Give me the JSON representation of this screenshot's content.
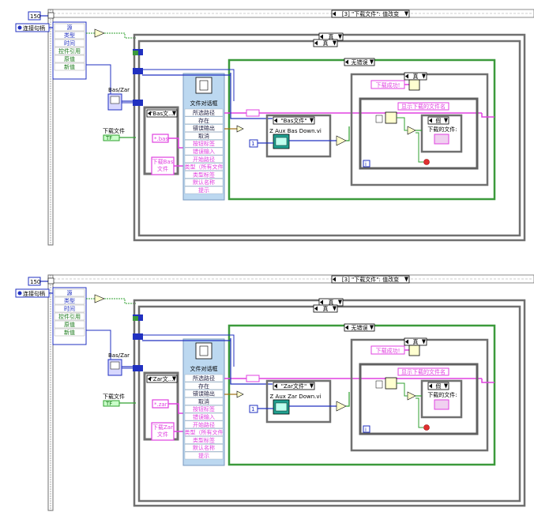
{
  "panels": [
    {
      "timeout_const": "150",
      "conn_ref_label": "连接句柄",
      "event_struct_label": "[3] \"下载文件\": 值改变",
      "event_items": [
        "源",
        "类型",
        "时间",
        "控件引用",
        "原值",
        "新值"
      ],
      "bool_ctrl_label": "Bas/Zar",
      "download_ctrl_label": "下载文件",
      "download_ctrl_value": "TF",
      "case_true_1": "真",
      "case_true_2": "真",
      "inner_case_label": "\"Bas文...",
      "ext_const": "*.bas",
      "title_const_lines": [
        "下载Bas",
        "文件"
      ],
      "file_dialog_title": "文件对话框",
      "file_dialog_terms": [
        "所选路径",
        "存在",
        "错误输出",
        "取消",
        "按钮标签",
        "错误输入",
        "开始路径",
        "类型（所有文件",
        "类型标签",
        "默认名称",
        "提示"
      ],
      "no_error_label": "无错误",
      "sub_case_label": "\"Bas文件\"",
      "subvi_label": "Z Aux Bas Down.vi",
      "num_const": "1",
      "right_case_label": "真",
      "success_const": "下载成功!",
      "show_name_label": "显示下载的文件名",
      "inner_right_case": "假",
      "downloaded_label": "下载的文件:",
      "loop_index": "i"
    },
    {
      "timeout_const": "150",
      "conn_ref_label": "连接句柄",
      "event_struct_label": "[3] \"下载文件\": 值改变",
      "event_items": [
        "源",
        "类型",
        "时间",
        "控件引用",
        "原值",
        "新值"
      ],
      "bool_ctrl_label": "Bas/Zar",
      "download_ctrl_label": "下载文件",
      "download_ctrl_value": "TF",
      "case_true_1": "真",
      "case_true_2": "真",
      "inner_case_label": "\"Zar文...",
      "ext_const": "*.zar",
      "title_const_lines": [
        "下载Zar",
        "文件"
      ],
      "file_dialog_title": "文件对话框",
      "file_dialog_terms": [
        "所选路径",
        "存在",
        "错误输出",
        "取消",
        "按钮标签",
        "错误输入",
        "开始路径",
        "类型（所有文件",
        "类型标签",
        "默认名称",
        "提示"
      ],
      "no_error_label": "无错误",
      "sub_case_label": "\"Zar文件\"",
      "subvi_label": "Z Aux Zar Down.vi",
      "num_const": "1",
      "right_case_label": "真",
      "success_const": "下载成功!",
      "show_name_label": "显示下载的文件名",
      "inner_right_case": "假",
      "downloaded_label": "下载的文件:",
      "loop_index": "i"
    }
  ],
  "colors": {
    "wire_pink": "#e040e0",
    "wire_blue": "#2030c0",
    "wire_green": "#30a030",
    "wire_brown": "#a07010",
    "struct_gray": "#707070",
    "struct_green": "#3c9a3c",
    "dialog_bg": "#bcd8f0"
  }
}
